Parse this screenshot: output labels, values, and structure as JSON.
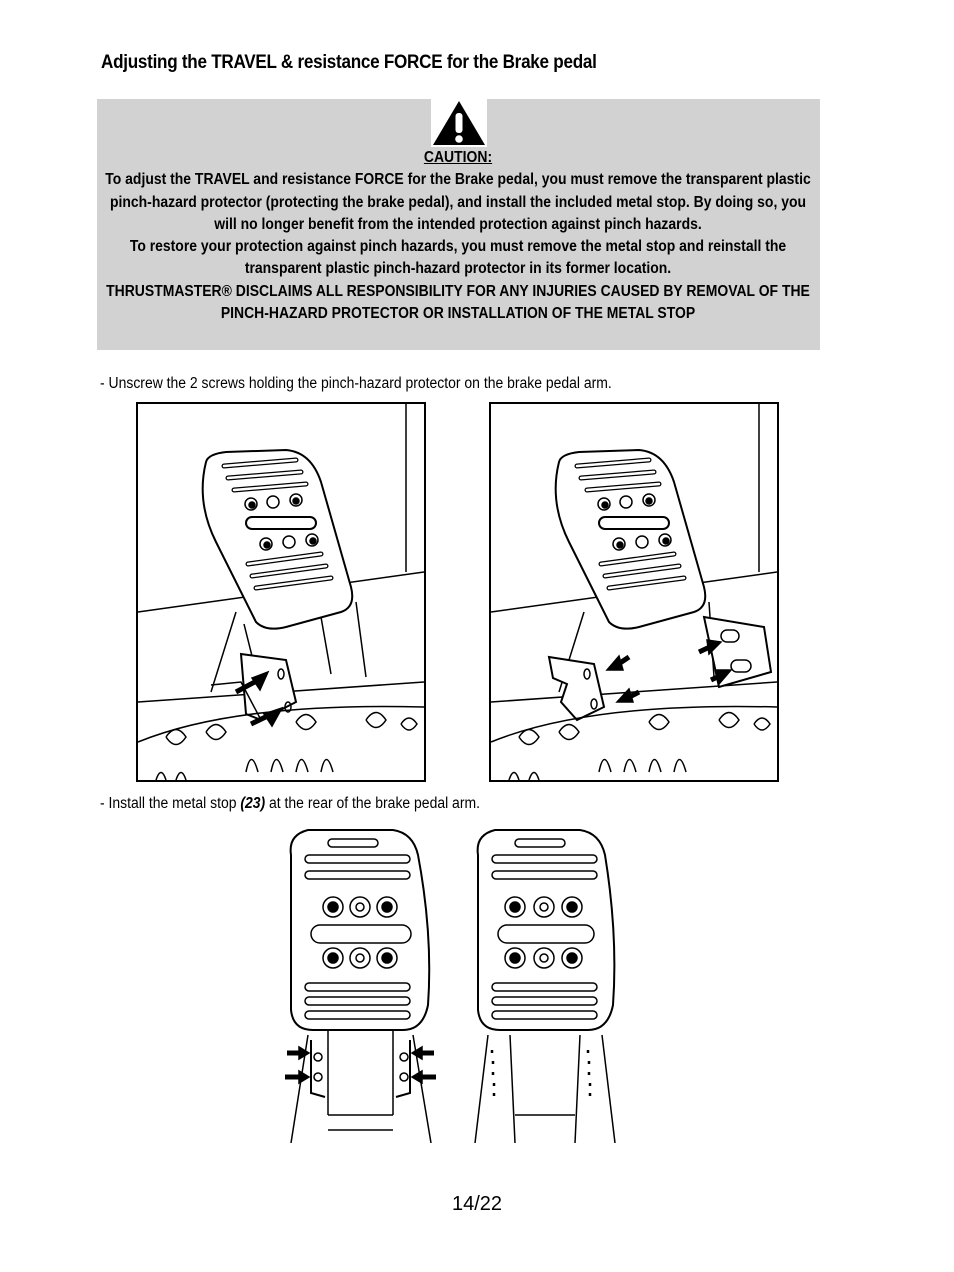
{
  "title": "Adjusting the TRAVEL & resistance FORCE for the Brake pedal",
  "caution": {
    "icon": "warning-triangle-icon",
    "label": "CAUTION:",
    "paragraph1": "To adjust the TRAVEL and resistance FORCE for the Brake pedal, you must remove the transparent plastic pinch-hazard protector (protecting the brake pedal), and install the included metal stop. By doing so, you will no longer benefit from the intended protection against pinch hazards.",
    "paragraph2": "To restore your protection against pinch hazards, you must remove the metal stop and reinstall the transparent plastic pinch-hazard protector in its former location.",
    "paragraph3": "THRUSTMASTER® DISCLAIMS ALL RESPONSIBILITY FOR ANY INJURIES CAUSED BY REMOVAL OF THE PINCH-HAZARD PROTECTOR OR INSTALLATION OF THE METAL STOP"
  },
  "steps": {
    "step1": "- Unscrew the 2 screws holding the pinch-hazard protector on the brake pedal arm.",
    "step2_prefix": "- Install the metal stop ",
    "step2_ref": "(23)",
    "step2_suffix": " at the rear of the brake pedal arm."
  },
  "page_number": "14/22"
}
